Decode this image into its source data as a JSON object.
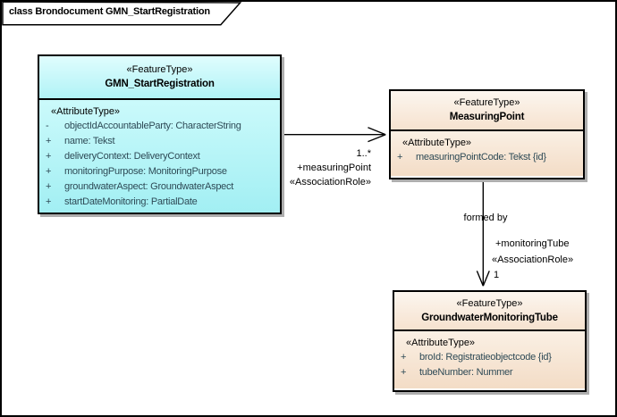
{
  "frame": {
    "title": "class Brondocument GMN_StartRegistration"
  },
  "colors": {
    "cyan_fill_top": "#E0FDFE",
    "cyan_fill_bottom": "#A2EFF3",
    "peach_fill_top": "#FCF6EF",
    "peach_fill_bottom": "#F3DCC6",
    "box_border": "#000000",
    "box_shadow": "#AEAEAE",
    "attribute_text": "#2E4A56",
    "line_color": "#000000",
    "background": "#FFFFFF"
  },
  "classes": [
    {
      "stereotype": "«FeatureType»",
      "name": "GMN_StartRegistration",
      "compartment_label": "«AttributeType»",
      "attributes": [
        {
          "visibility": "-",
          "text": "objectIdAccountableParty: CharacterString"
        },
        {
          "visibility": "+",
          "text": "name: Tekst"
        },
        {
          "visibility": "+",
          "text": "deliveryContext: DeliveryContext"
        },
        {
          "visibility": "+",
          "text": "monitoringPurpose: MonitoringPurpose"
        },
        {
          "visibility": "+",
          "text": "groundwaterAspect: GroundwaterAspect"
        },
        {
          "visibility": "+",
          "text": "startDateMonitoring: PartialDate"
        }
      ]
    },
    {
      "stereotype": "«FeatureType»",
      "name": "MeasuringPoint",
      "compartment_label": "«AttributeType»",
      "attributes": [
        {
          "visibility": "+",
          "text": "measuringPointCode: Tekst {id}"
        }
      ]
    },
    {
      "stereotype": "«FeatureType»",
      "name": "GroundwaterMonitoringTube",
      "compartment_label": "«AttributeType»",
      "attributes": [
        {
          "visibility": "+",
          "text": "broId: Registratieobjectcode {id}"
        },
        {
          "visibility": "+",
          "text": "tubeNumber: Nummer"
        }
      ]
    }
  ],
  "associations": [
    {
      "name": "",
      "source": "GMN_StartRegistration",
      "target": "MeasuringPoint",
      "target_multiplicity": "1..*",
      "target_role": "+measuringPoint",
      "target_stereotype": "«AssociationRole»"
    },
    {
      "name": "formed by",
      "source": "MeasuringPoint",
      "target": "GroundwaterMonitoringTube",
      "target_multiplicity": "1",
      "target_role": "+monitoringTube",
      "target_stereotype": "«AssociationRole»"
    }
  ]
}
